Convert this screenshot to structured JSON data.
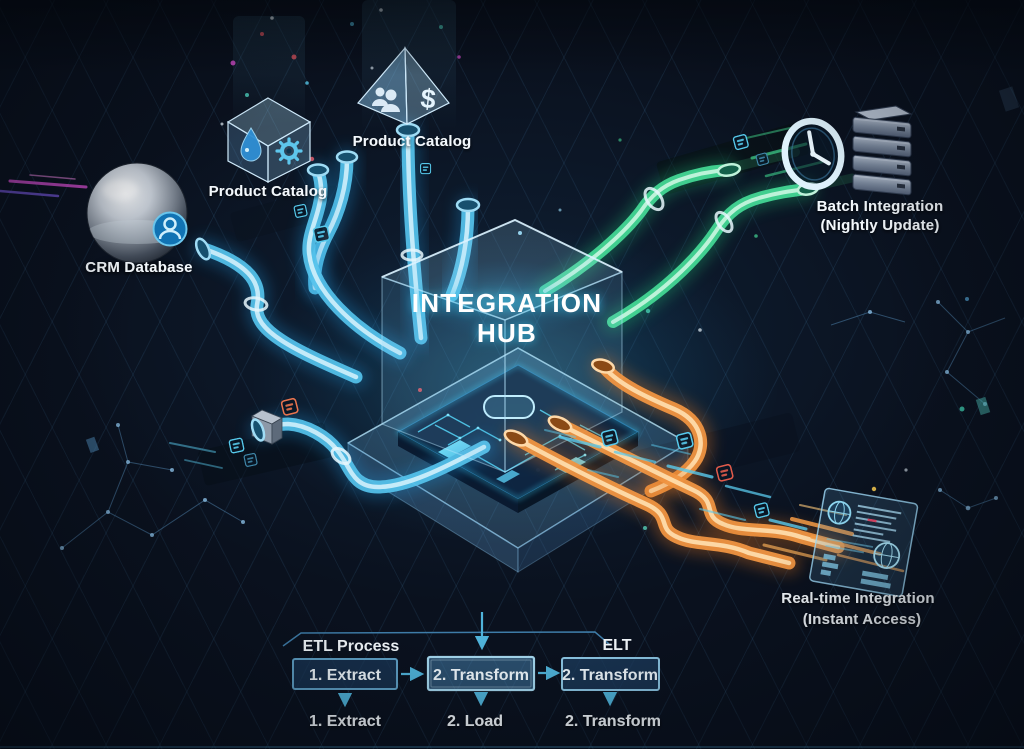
{
  "hub": {
    "title_line1": "INTEGRATION",
    "title_line2": "HUB"
  },
  "sources": {
    "crm": {
      "label": "CRM Database",
      "icon": "sphere-user-icon"
    },
    "catalog_cube": {
      "label": "Product Catalog",
      "icon": "cube-droplet-gear-icon"
    },
    "catalog_pyramid": {
      "label": "Product Catalog",
      "icon": "pyramid-people-dollar-icon",
      "dollar_glyph": "$"
    }
  },
  "destinations": {
    "batch": {
      "label_line1": "Batch Integration",
      "label_line2": "(Nightly Update)",
      "icons": [
        "clock-icon",
        "server-stack-icon"
      ]
    },
    "realtime": {
      "label_line1": "Real-time Integration",
      "label_line2": "(Instant Access)",
      "icons": [
        "dashboard-card-icon",
        "globe-icon"
      ]
    }
  },
  "process_flow": {
    "etl_title": "ETL Process",
    "elt_title": "ELT",
    "steps": [
      {
        "box_label": "1. Extract",
        "below_label": "1. Extract"
      },
      {
        "box_label": "2. Transform",
        "below_label": "2. Load"
      },
      {
        "box_label": "2. Transform",
        "below_label": "2. Transform"
      }
    ]
  },
  "colors": {
    "background": "#0a111e",
    "blue_pipe": "#55c2ec",
    "green_pipe": "#43d694",
    "orange_pipe": "#ef9441",
    "label_text": "#f3f8fc",
    "flow_arrow": "#4fb3da",
    "flow_box_border": "#8cc6e4",
    "status_red": "#e05a4a"
  }
}
